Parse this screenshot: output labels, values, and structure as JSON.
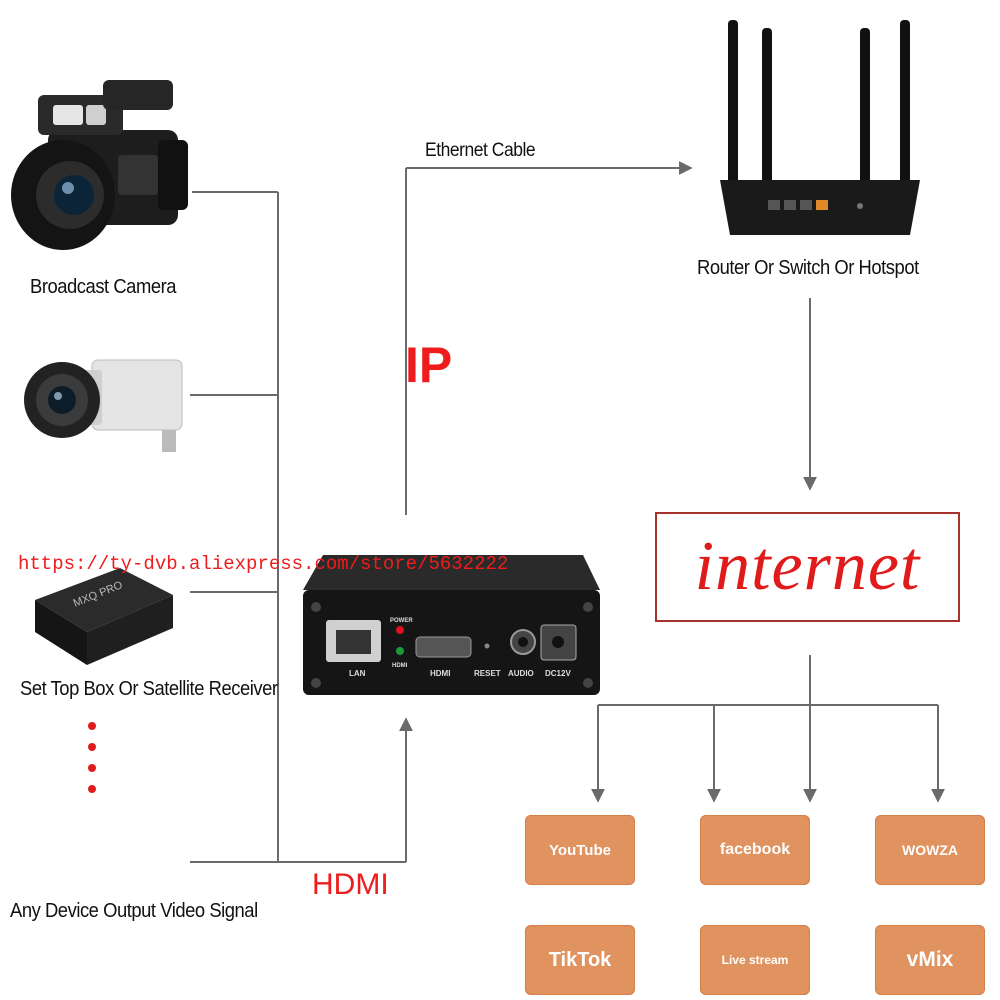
{
  "labels": {
    "broadcast_camera": "Broadcast Camera",
    "set_top_box": "Set Top Box Or Satellite Receiver",
    "any_device": "Any Device Output Video Signal",
    "ethernet_cable": "Ethernet Cable",
    "router": "Router Or Switch Or Hotspot",
    "ip": "IP",
    "hdmi": "HDMI",
    "internet": "internet"
  },
  "watermark": "https://ty-dvb.aliexpress.com/store/5632222",
  "encoder_ports": {
    "lan": "LAN",
    "power": "POWER",
    "hdmi_led": "HDMI",
    "hdmi": "HDMI",
    "reset": "RESET",
    "audio": "AUDIO",
    "dc": "DC12V"
  },
  "set_top_box_brand": "MXQ PRO",
  "platforms": [
    {
      "label": "YouTube"
    },
    {
      "label": "facebook"
    },
    {
      "label": "WOWZA"
    },
    {
      "label": "TikTok"
    },
    {
      "label": "Live stream"
    },
    {
      "label": "vMix"
    }
  ],
  "colors": {
    "accent_red": "#ee1c1c",
    "platform_orange": "#e0925f",
    "line_gray": "#6a6a6a"
  }
}
